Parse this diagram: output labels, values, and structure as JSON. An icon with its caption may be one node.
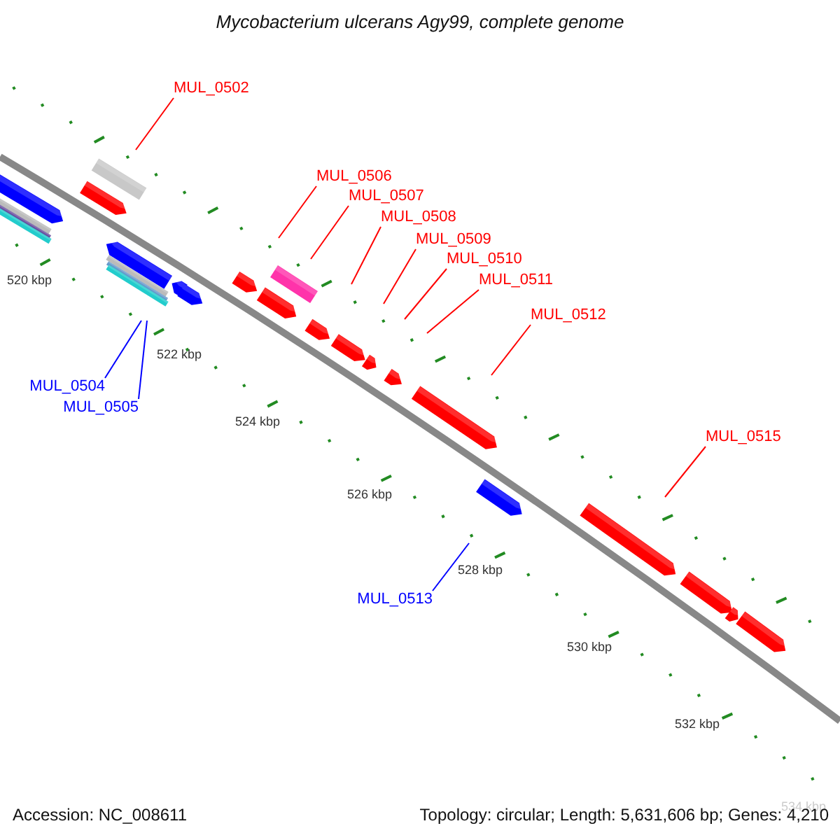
{
  "diagram": {
    "title": "Mycobacterium ulcerans Agy99, complete genome",
    "nodes": [
      {
        "text": [
          "MUL_0502"
        ]
      },
      {
        "text": [
          "MUL_0506"
        ]
      },
      {
        "text": [
          "MUL_0507"
        ]
      },
      {
        "text": [
          "MUL_0508"
        ]
      },
      {
        "text": [
          "MUL_0509"
        ]
      },
      {
        "text": [
          "MUL_0510"
        ]
      },
      {
        "text": [
          "MUL_0511"
        ]
      },
      {
        "text": [
          "MUL_0512"
        ]
      },
      {
        "text": [
          "MUL_0504"
        ]
      },
      {
        "text": [
          "MUL_0505"
        ]
      },
      {
        "text": [
          "MUL_0515"
        ]
      },
      {
        "text": [
          "MUL_0513"
        ]
      }
    ],
    "edges": [
      {
        "from": 0,
        "to": null,
        "arrow": "none"
      },
      {
        "from": 1,
        "to": null,
        "arrow": "none"
      },
      {
        "from": 2,
        "to": null,
        "arrow": "none"
      },
      {
        "from": 3,
        "to": null,
        "arrow": "none"
      },
      {
        "from": 4,
        "to": null,
        "arrow": "none"
      },
      {
        "from": 5,
        "to": null,
        "arrow": "none"
      },
      {
        "from": 6,
        "to": null,
        "arrow": "none"
      },
      {
        "from": 7,
        "to": null,
        "arrow": "none"
      },
      {
        "from": 8,
        "to": null,
        "arrow": "none",
        "color": "#0000ff"
      },
      {
        "from": 9,
        "to": null,
        "arrow": "none",
        "color": "#0000ff"
      },
      {
        "from": 10,
        "to": null,
        "arrow": "none"
      },
      {
        "from": 11,
        "to": null,
        "arrow": "none",
        "color": "#0000ff"
      }
    ],
    "labels": [
      "520 kbp",
      "522 kbp",
      "524 kbp",
      "526 kbp",
      "528 kbp",
      "530 kbp",
      "532 kbp",
      "534 kbp",
      "Accession: NC_008611",
      "Topology: circular; Length: 5,631,606 bp; Genes: 4,210"
    ]
  }
}
